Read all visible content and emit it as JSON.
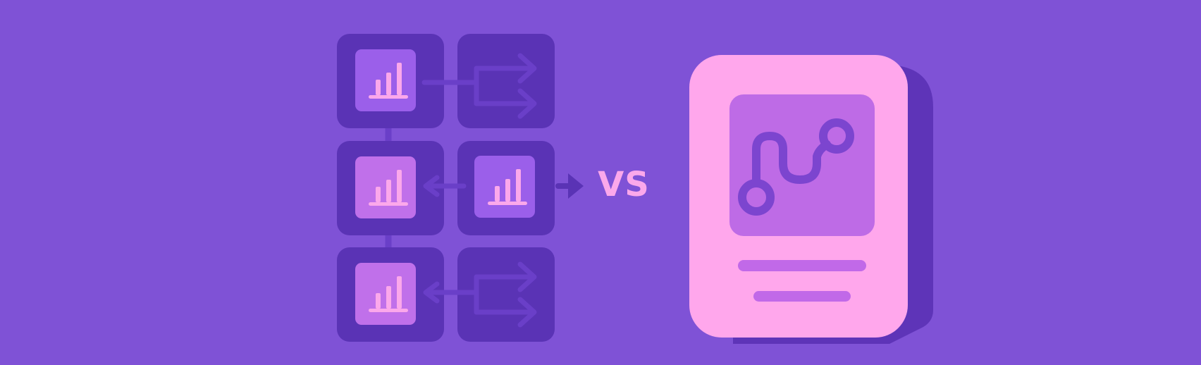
{
  "comparison": {
    "separator_label": "VS",
    "left_side": {
      "grid_rows": 3,
      "grid_columns": 2,
      "tiles": [
        {
          "row": 1,
          "column": 1,
          "icon": "bar-chart-icon",
          "tone": "dark"
        },
        {
          "row": 1,
          "column": 2,
          "icon": "branch-arrows-icon",
          "tone": "dark"
        },
        {
          "row": 2,
          "column": 1,
          "icon": "bar-chart-icon",
          "tone": "dark"
        },
        {
          "row": 2,
          "column": 2,
          "icon": "bar-chart-icon",
          "tone": "dark"
        },
        {
          "row": 3,
          "column": 1,
          "icon": "bar-chart-icon",
          "tone": "dark"
        },
        {
          "row": 3,
          "column": 2,
          "icon": "branch-arrows-icon",
          "tone": "dark"
        }
      ]
    },
    "right_side": {
      "card_icon": "route-path-icon",
      "text_lines": 2
    }
  },
  "colors": {
    "background": "#7f52d6",
    "tile_dark": "#5a33b5",
    "inner_light": "#9b5fea",
    "inner_pink": "#c070ea",
    "connector": "#6a3fc8",
    "accent_pink": "#fba8eb",
    "card_pink": "#ffa7ec",
    "card_shadow": "#5e34b8",
    "card_inner": "#be6be6",
    "line_purple": "#c169e8",
    "route_stroke": "#7c45cf"
  }
}
